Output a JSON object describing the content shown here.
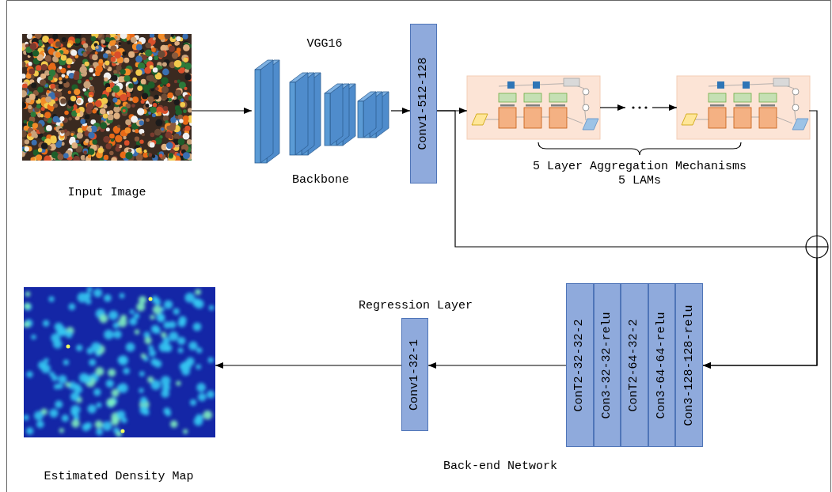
{
  "diagram": {
    "nodes": [
      {
        "text": [
          "Input Image"
        ]
      },
      {
        "text": [
          "VGG16",
          "Backbone"
        ]
      },
      {
        "text": [
          "Conv1-512-128"
        ]
      },
      {
        "text": [
          "5 Layer Aggregation Mechanisms 5 LAMs"
        ]
      },
      {
        "text": [
          "Back-end Network"
        ]
      },
      {
        "text": [
          "ConT2-32-32-2"
        ],
        "in": 4
      },
      {
        "text": [
          "Con3-32-32-relu"
        ],
        "in": 4
      },
      {
        "text": [
          "ConT2-64-32-2"
        ],
        "in": 4
      },
      {
        "text": [
          "Con3-64-64-relu"
        ],
        "in": 4
      },
      {
        "text": [
          "Con3-128-128-relu"
        ],
        "in": 4
      },
      {
        "text": [
          "Regression Layer",
          "Conv1-32-1"
        ]
      },
      {
        "text": [
          "Estimated Density Map"
        ]
      }
    ],
    "edges": [
      {
        "from": 0,
        "to": 1,
        "arrow": "to"
      },
      {
        "from": 1,
        "to": 2,
        "arrow": "to"
      },
      {
        "from": 2,
        "to": 3,
        "arrow": "to"
      },
      {
        "from": 3,
        "to": 4,
        "arrow": "to"
      },
      {
        "from": 2,
        "to": 4,
        "arrow": "to"
      },
      {
        "from": 4,
        "to": 10,
        "arrow": "to"
      },
      {
        "from": 10,
        "to": 11,
        "arrow": "to"
      }
    ]
  }
}
